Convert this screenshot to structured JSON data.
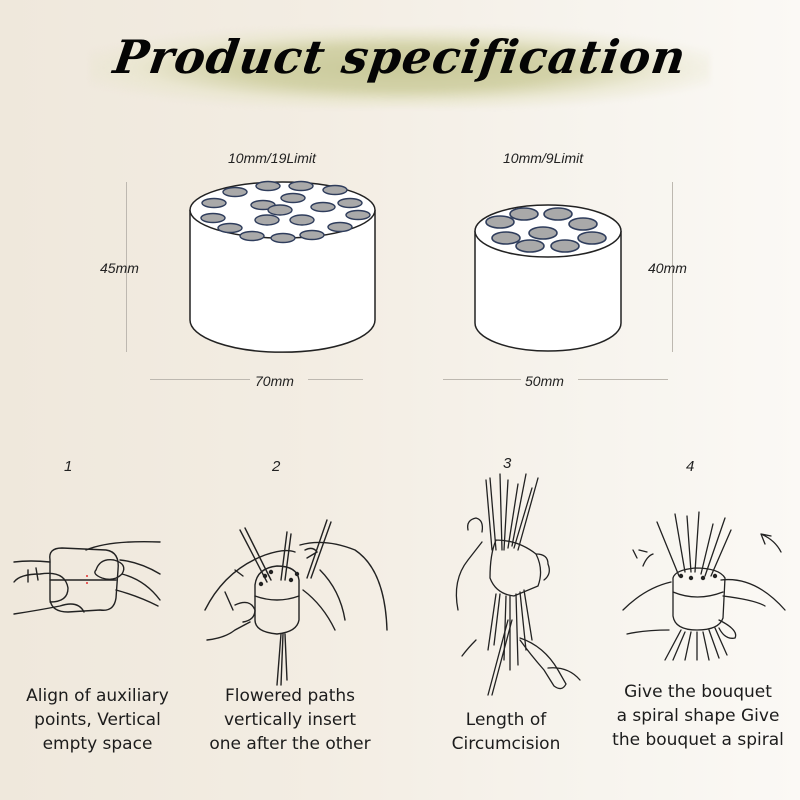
{
  "header": {
    "title": "Product specification"
  },
  "products": [
    {
      "capacity_label": "10mm/19Limit",
      "height_label": "45mm",
      "width_label": "70mm",
      "hole_count": 19
    },
    {
      "capacity_label": "10mm/9Limit",
      "height_label": "40mm",
      "width_label": "50mm",
      "hole_count": 9
    }
  ],
  "steps": [
    {
      "number": "1",
      "caption": "Align of auxiliary\npoints, Vertical\nempty space",
      "illustration": "hands-aligning-holder"
    },
    {
      "number": "2",
      "caption": "Flowered paths\nvertically insert\none after the other",
      "illustration": "hands-inserting-stems"
    },
    {
      "number": "3",
      "caption": "Length of\nCircumcision",
      "illustration": "hand-cutting-stems-with-shears"
    },
    {
      "number": "4",
      "caption": "Give the bouquet\na spiral shape Give\nthe bouquet a spiral",
      "illustration": "hands-twisting-bouquet"
    }
  ],
  "colors": {
    "title_glow": "#cfcea0",
    "hole_fill": "#a9a9a9",
    "hole_stroke": "#2f3d5c"
  }
}
